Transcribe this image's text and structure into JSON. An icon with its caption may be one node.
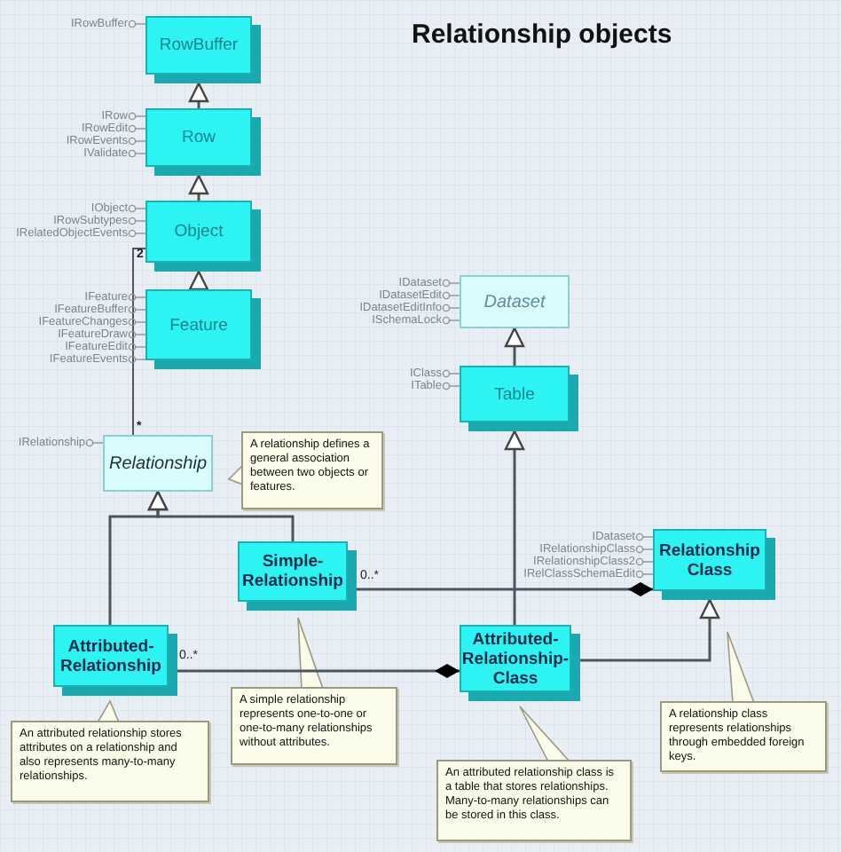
{
  "diagram": {
    "title": "Relationship objects",
    "nodes": [
      {
        "text": [
          "RowBuffer"
        ],
        "beside": [
          "IRowBuffer"
        ]
      },
      {
        "text": [
          "Row"
        ],
        "beside": [
          "IRow",
          "IRowEdit",
          "IRowEvents",
          "IValidate"
        ]
      },
      {
        "text": [
          "Object"
        ],
        "beside": [
          "IObject",
          "IRowSubtypes",
          "IRelatedObjectEvents"
        ]
      },
      {
        "text": [
          "Feature"
        ],
        "beside": [
          "IFeature",
          "IFeatureBuffer",
          "IFeatureChanges",
          "IFeatureDraw",
          "IFeatureEdit",
          "IFeatureEvents"
        ]
      },
      {
        "text": [
          "Dataset"
        ],
        "beside": [
          "IDataset",
          "IDatasetEdit",
          "IDatasetEditInfo",
          "ISchemaLock"
        ]
      },
      {
        "text": [
          "Table"
        ],
        "beside": [
          "IClass",
          "ITable"
        ]
      },
      {
        "text": [
          "Relationship"
        ],
        "beside": [
          "IRelationship"
        ]
      },
      {
        "text": [
          "A relationship defines a general association between two objects or features."
        ]
      },
      {
        "text": [
          "Simple-Relationship"
        ]
      },
      {
        "text": [
          "Relationship Class"
        ],
        "beside": [
          "IDataset",
          "IRelationshipClass",
          "IRelationshipClass2",
          "IRelClassSchemaEdit"
        ]
      },
      {
        "text": [
          "Attributed-Relationship"
        ]
      },
      {
        "text": [
          "Attributed-Relationship-Class"
        ]
      },
      {
        "text": [
          "An attributed relationship stores attributes on a relationship and also represents many-to-many relationships."
        ]
      },
      {
        "text": [
          "A simple relationship represents one-to-one or one-to-many relationships without attributes."
        ]
      },
      {
        "text": [
          "An attributed relationship class is a table that stores relationships. Many-to-many relationships can be stored in this class."
        ]
      },
      {
        "text": [
          "A relationship class represents relationships through embedded foreign keys."
        ]
      }
    ],
    "edges": [
      {
        "from": 1,
        "to": 0,
        "arrow": "to"
      },
      {
        "from": 2,
        "to": 1,
        "arrow": "to"
      },
      {
        "from": 3,
        "to": 2,
        "arrow": "to"
      },
      {
        "from": 5,
        "to": 4,
        "arrow": "to"
      },
      {
        "from": 2,
        "to": 6,
        "arrow": "none"
      },
      {
        "from": 8,
        "to": 6,
        "arrow": "to"
      },
      {
        "from": 10,
        "to": 6,
        "arrow": "to"
      },
      {
        "from": 8,
        "to": 9,
        "arrow": "other",
        "label": "0..*"
      },
      {
        "from": 10,
        "to": 11,
        "arrow": "other",
        "label": "0..*"
      },
      {
        "from": 11,
        "to": 5,
        "arrow": "to"
      },
      {
        "from": 11,
        "to": 9,
        "arrow": "to"
      }
    ],
    "labels": [
      "2",
      "*"
    ]
  }
}
